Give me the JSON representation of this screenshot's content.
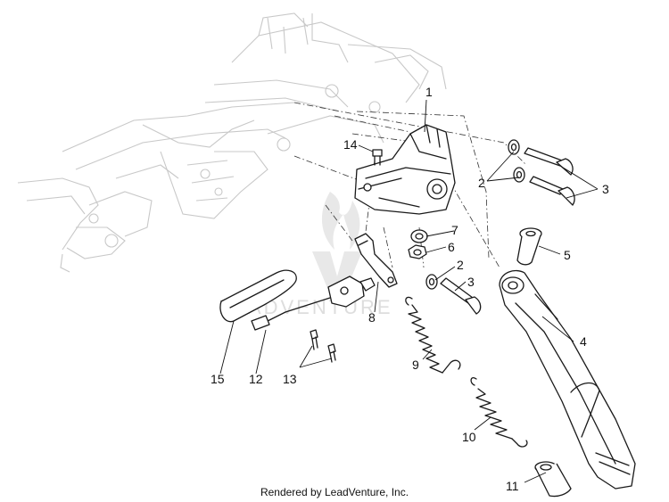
{
  "callouts": {
    "c1": "1",
    "c2a": "2",
    "c2b": "2",
    "c3a": "3",
    "c3b": "3",
    "c4": "4",
    "c5": "5",
    "c6": "6",
    "c7": "7",
    "c8": "8",
    "c9": "9",
    "c10": "10",
    "c11": "11",
    "c12": "12",
    "c13": "13",
    "c14": "14",
    "c15": "15"
  },
  "watermark": "LEADVENTURE",
  "footer": "Rendered by LeadVenture, Inc."
}
